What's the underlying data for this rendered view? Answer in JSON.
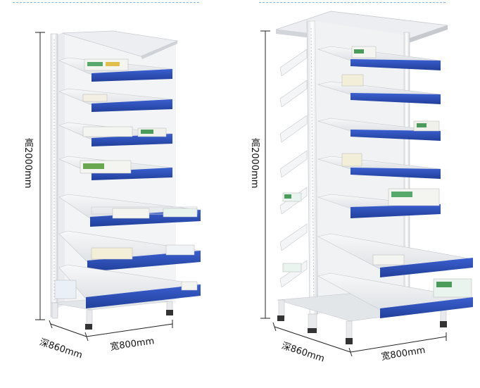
{
  "left_unit": {
    "height_label": "高2000mm",
    "depth_label": "深860mm",
    "width_label": "宽800mm"
  },
  "right_unit": {
    "height_label": "高2000mm",
    "depth_label": "深860mm",
    "width_label": "宽800mm"
  },
  "colors": {
    "shelf_front": "#2c4fb5",
    "frame": "#eef0f2",
    "accent_dash": "#7fb3e8"
  }
}
